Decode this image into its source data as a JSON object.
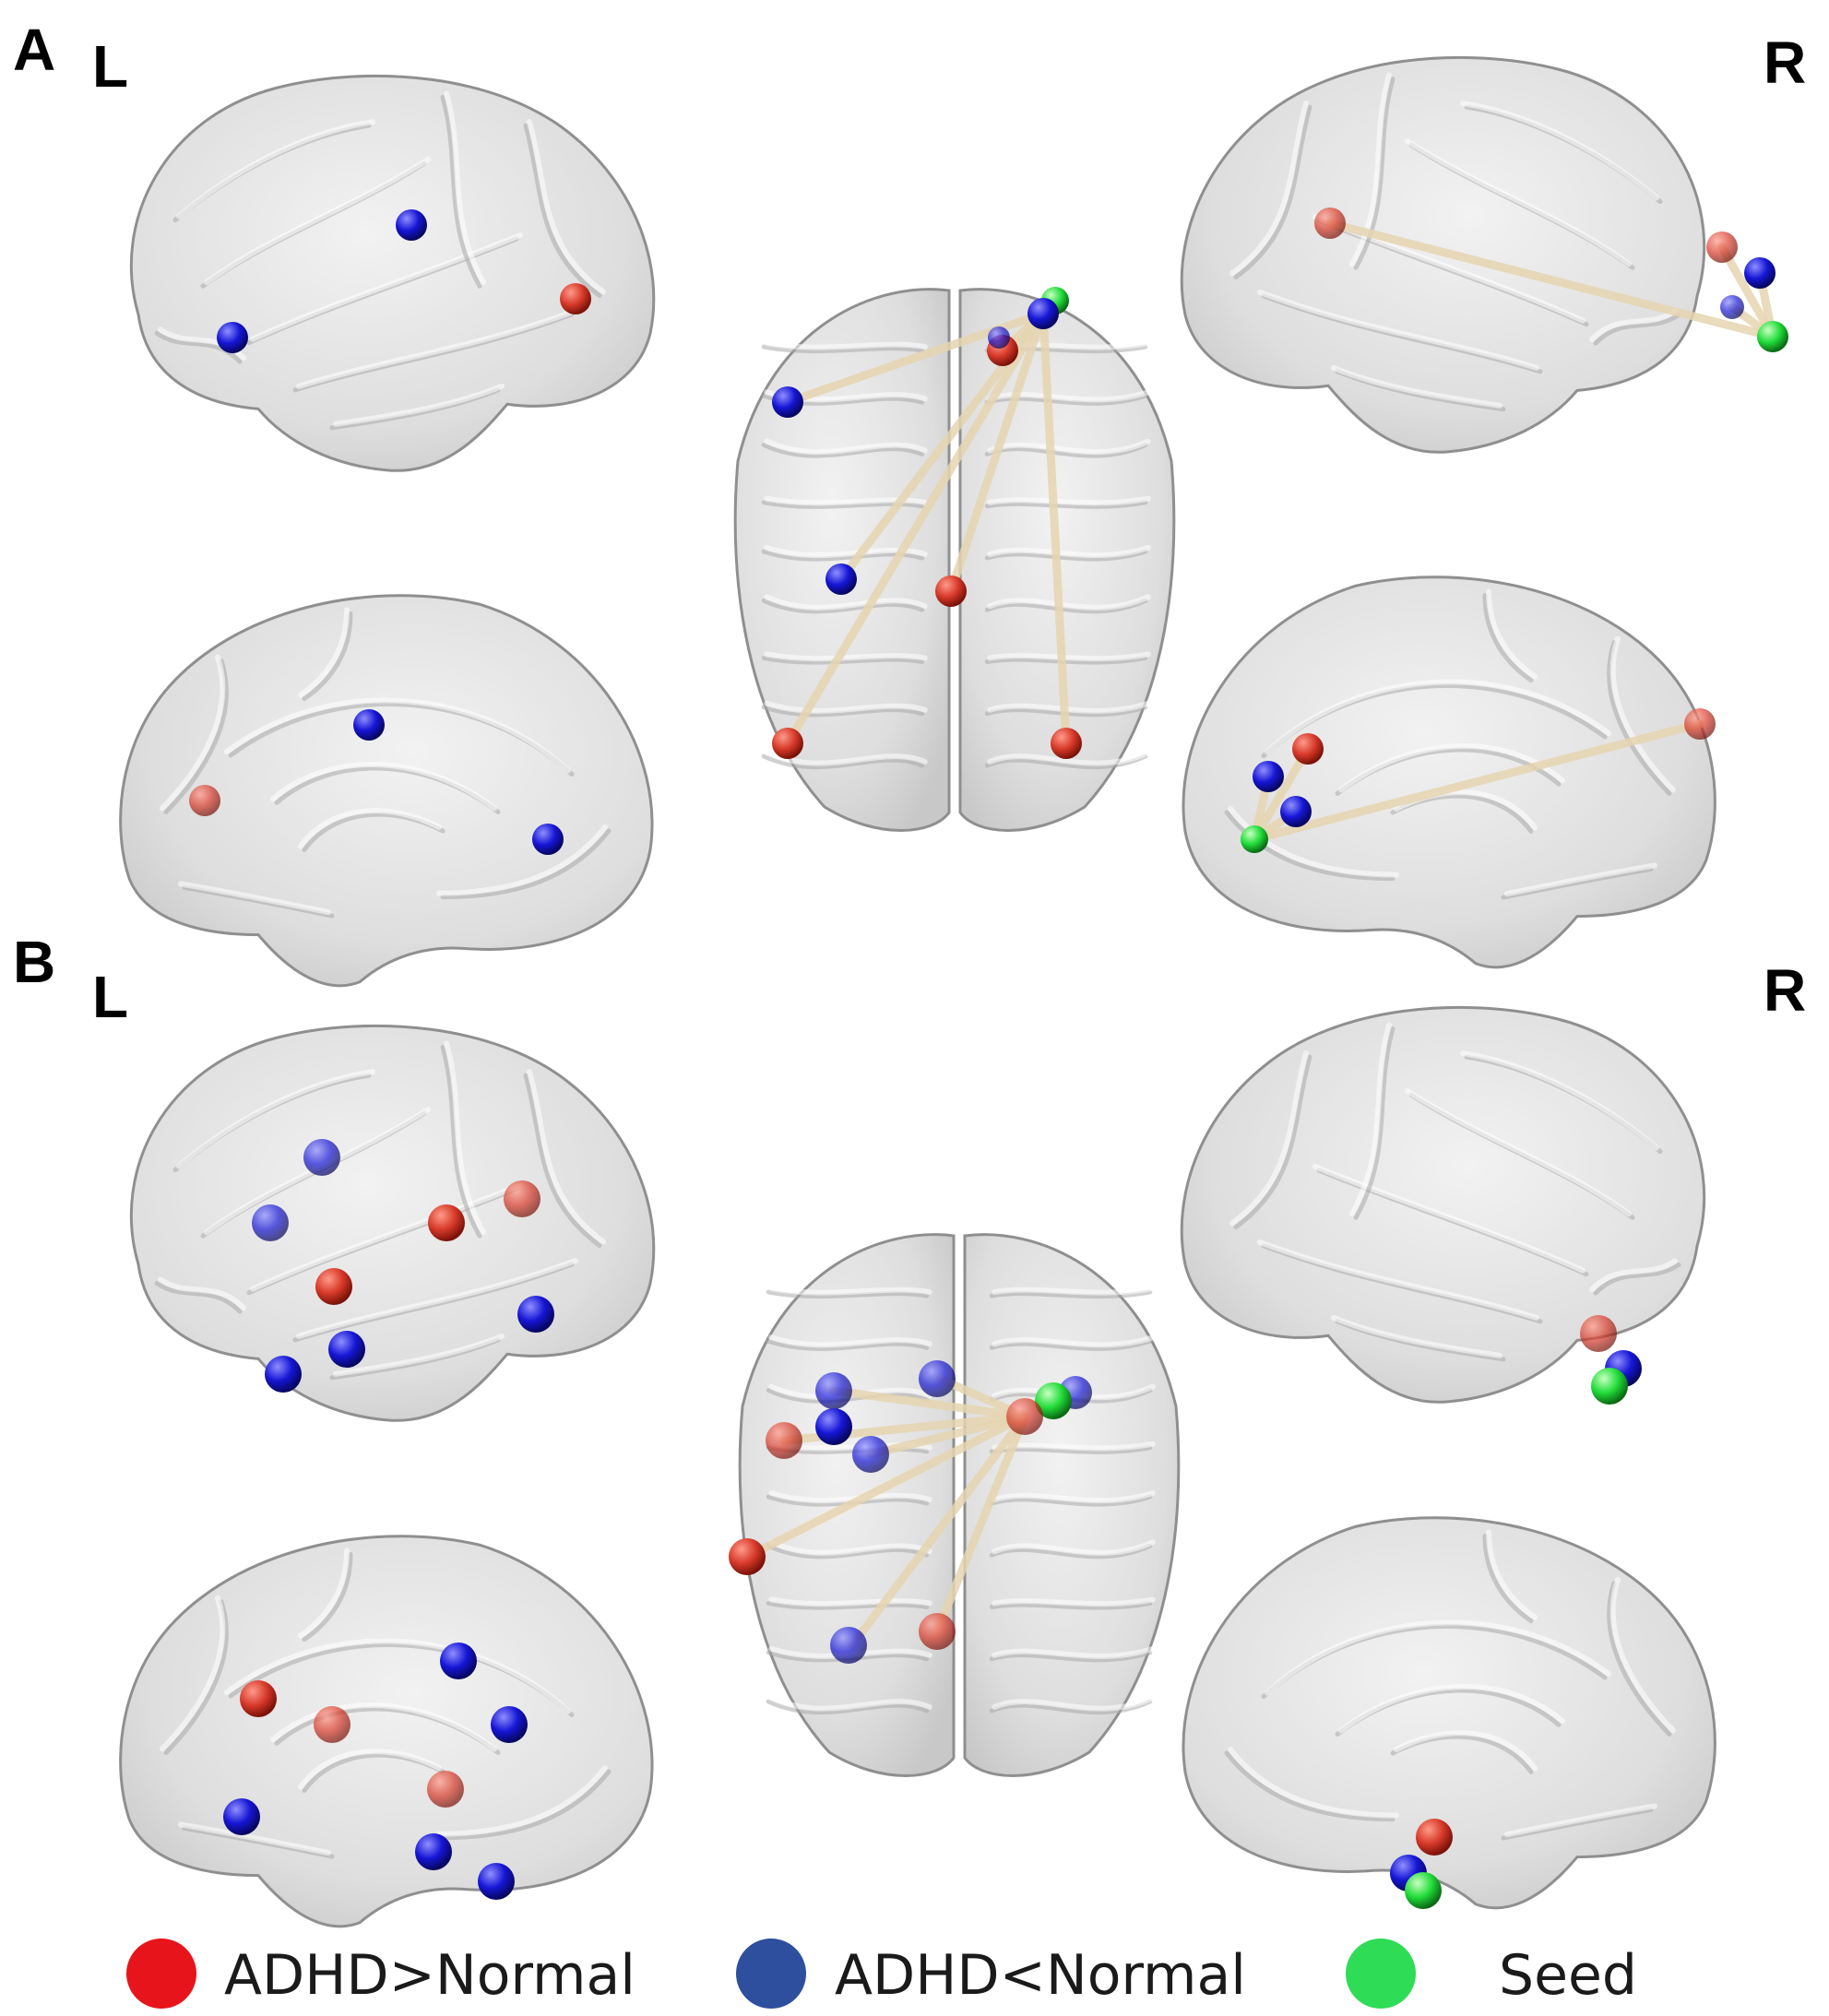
{
  "panels": [
    {
      "letter": "A",
      "left_label": "L",
      "right_label": "R"
    },
    {
      "letter": "B",
      "left_label": "L",
      "right_label": "R"
    }
  ],
  "legend": [
    {
      "label": "ADHD>Normal",
      "color": "#e8141b"
    },
    {
      "label": "ADHD<Normal",
      "color": "#2e4f9e"
    },
    {
      "label": "Seed",
      "color": "#2fdc55"
    }
  ],
  "colors": {
    "increase": "#e8141b",
    "decrease": "#1a1ad8",
    "seed": "#22dd3a",
    "edge": "#e6d5b0"
  }
}
